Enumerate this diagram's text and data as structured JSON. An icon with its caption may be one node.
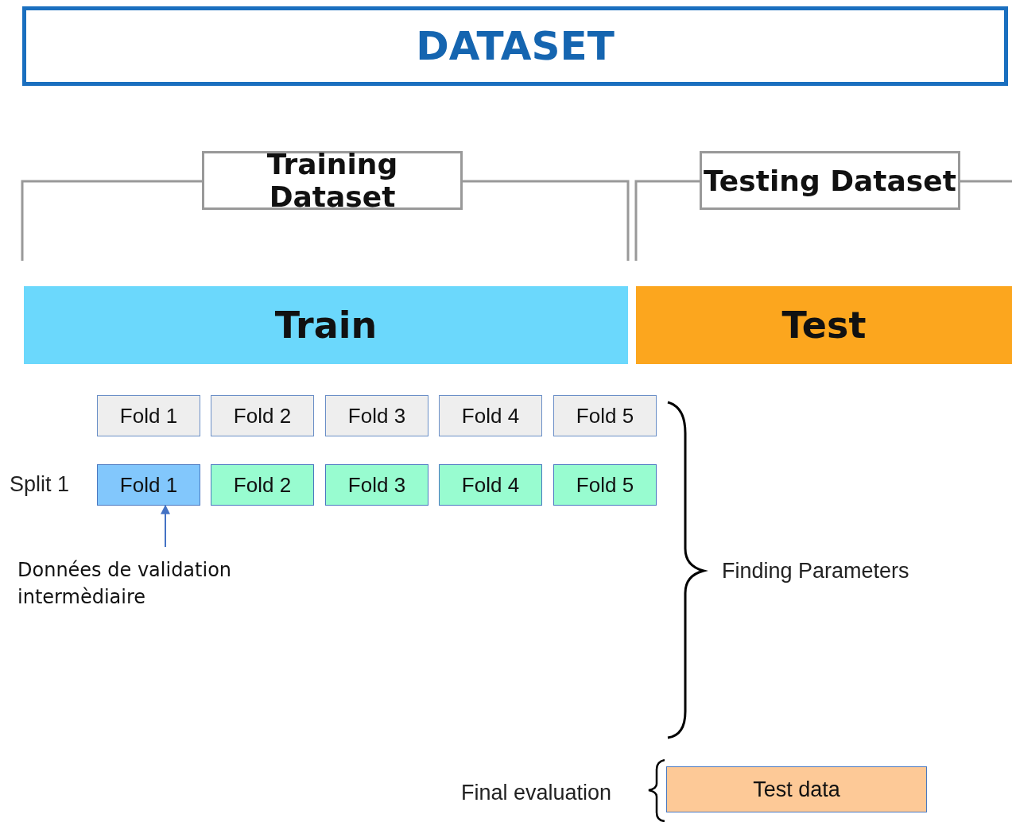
{
  "diagram": {
    "nodes": [
      {
        "text": [
          "DATASET"
        ]
      },
      {
        "text": [
          "Training Dataset"
        ]
      },
      {
        "text": [
          "Testing Dataset"
        ]
      },
      {
        "text": [
          "Train"
        ]
      },
      {
        "text": [
          "Test"
        ]
      },
      {
        "text": [
          "Fold 1"
        ]
      },
      {
        "text": [
          "Fold 2"
        ]
      },
      {
        "text": [
          "Fold 3"
        ]
      },
      {
        "text": [
          "Fold 4"
        ]
      },
      {
        "text": [
          "Fold 5"
        ]
      },
      {
        "text": [
          "Fold 1"
        ]
      },
      {
        "text": [
          "Fold 2"
        ]
      },
      {
        "text": [
          "Fold 3"
        ]
      },
      {
        "text": [
          "Fold 4"
        ]
      },
      {
        "text": [
          "Fold 5"
        ]
      },
      {
        "text": [
          "Données de validation intermèdiaire"
        ]
      },
      {
        "text": [
          "Test data"
        ]
      }
    ],
    "edges": [
      {
        "from": 15,
        "to": 10,
        "arrow": "to",
        "color": "#4472c4"
      }
    ],
    "labels": [
      "Split 1",
      "Finding Parameters",
      "Final evaluation"
    ]
  }
}
